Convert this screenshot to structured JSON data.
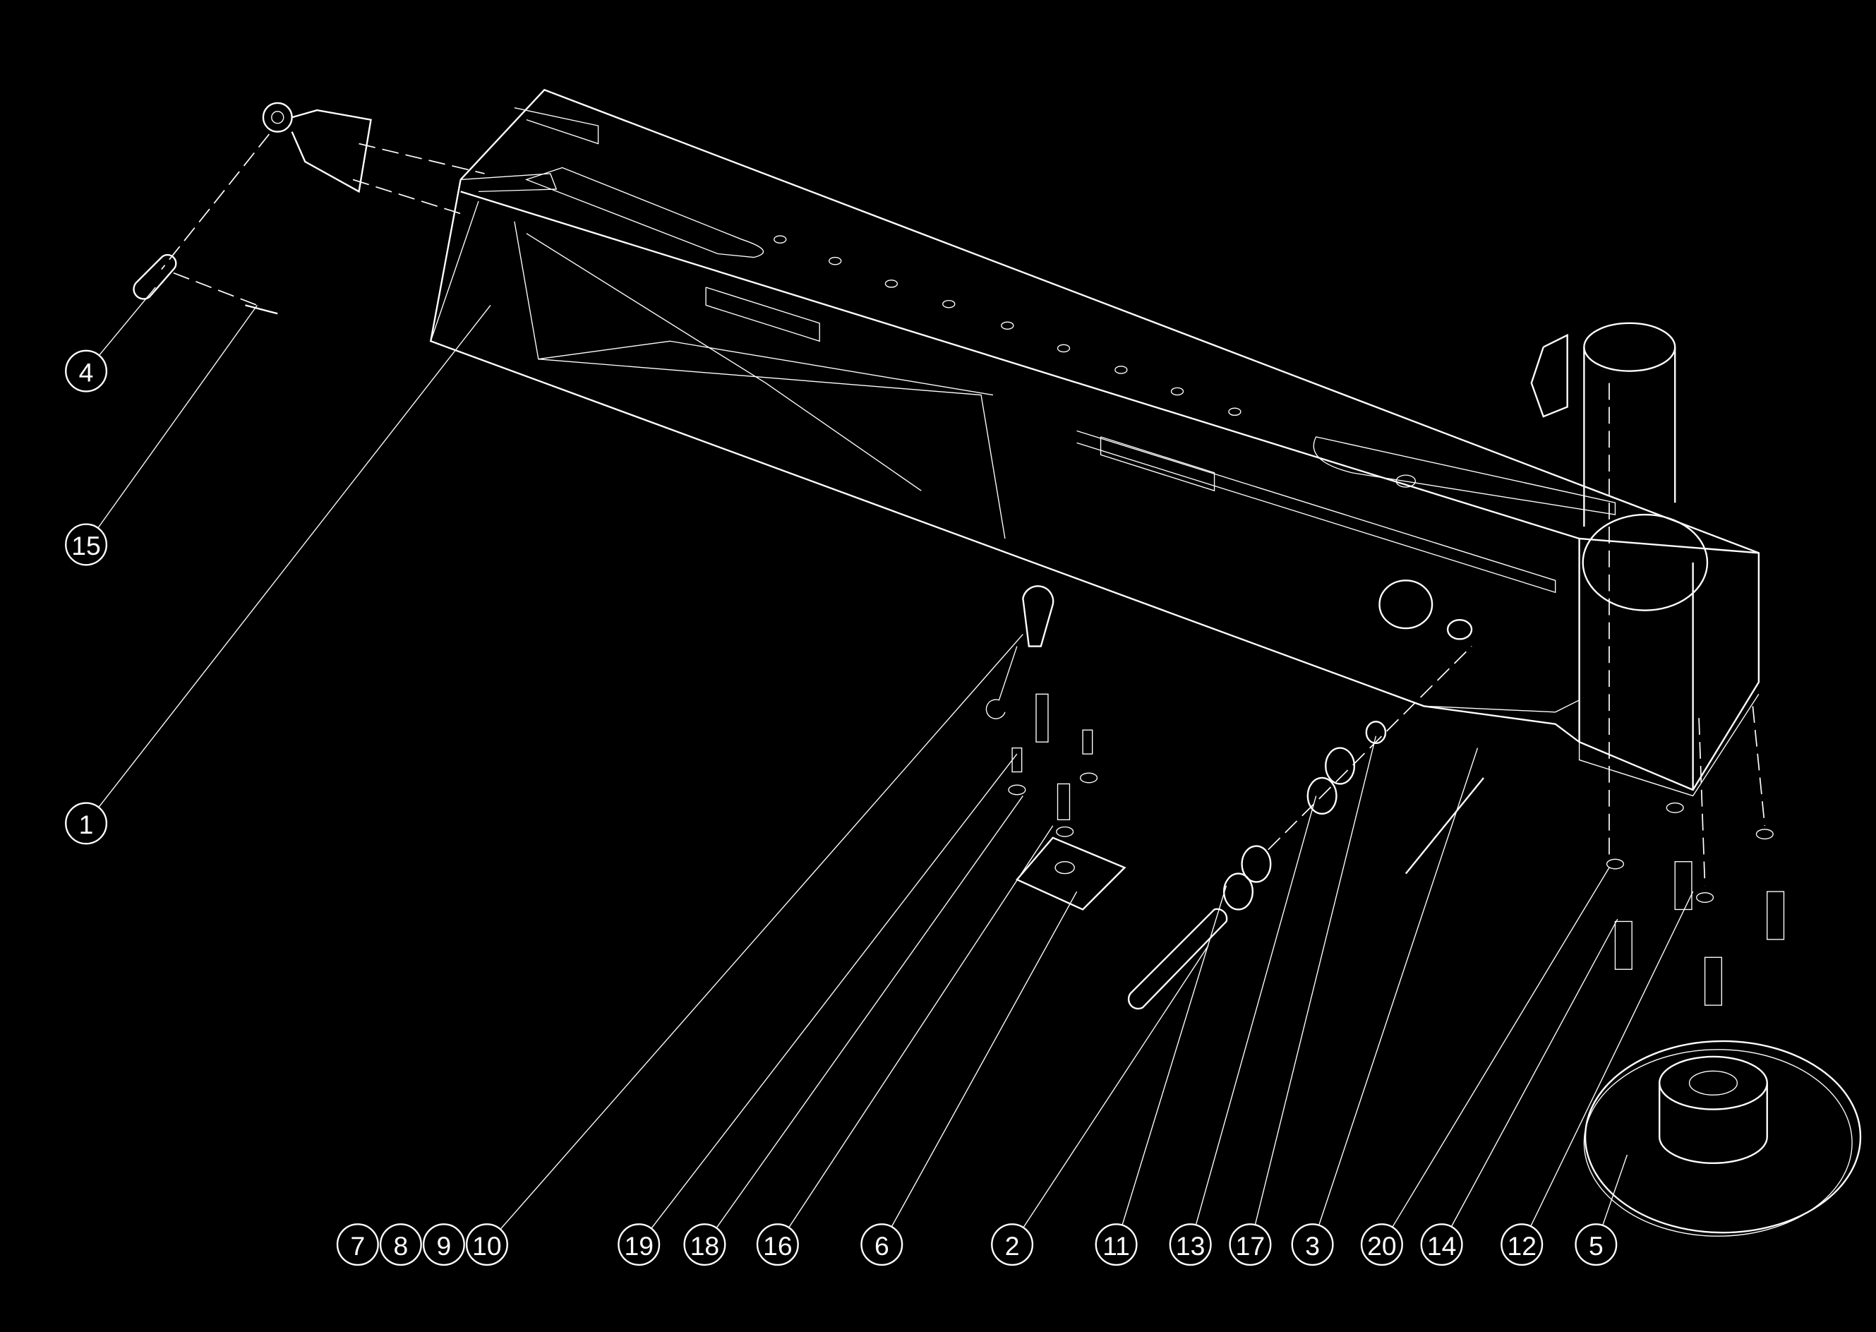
{
  "diagram": {
    "type": "exploded-parts-drawing",
    "colors": {
      "background": "#000000",
      "lines": "#ffffff"
    },
    "callouts": [
      "4",
      "15",
      "1",
      "7",
      "8",
      "9",
      "10",
      "19",
      "18",
      "16",
      "6",
      "2",
      "11",
      "13",
      "17",
      "3",
      "20",
      "14",
      "12",
      "5"
    ]
  }
}
